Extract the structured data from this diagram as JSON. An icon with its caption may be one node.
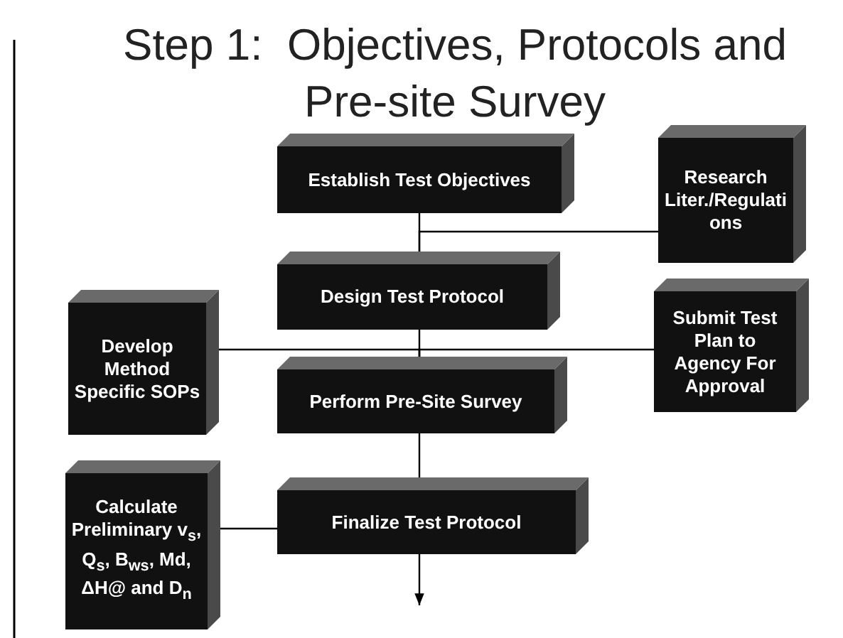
{
  "diagram": {
    "title": "Step 1:  Objectives, Protocols and Pre-site Survey",
    "nodes": [
      {
        "text": [
          "Establish Test Objectives"
        ]
      },
      {
        "text": [
          "Research Liter./Regulations"
        ]
      },
      {
        "text": [
          "Design Test Protocol"
        ]
      },
      {
        "text": [
          "Develop Method Specific SOPs"
        ]
      },
      {
        "text": [
          "Submit Test Plan to Agency For Approval"
        ]
      },
      {
        "text": [
          "Perform Pre-Site Survey"
        ]
      },
      {
        "text": [
          "Calculate Preliminary v$_{s}$, Q$_{s}$, B$_{ws}$, Md, ΔH@ and D$_{n}$"
        ]
      },
      {
        "text": [
          "Finalize Test Protocol"
        ]
      }
    ],
    "edges": [
      {
        "from": 0,
        "to": 2,
        "arrow": "to"
      },
      {
        "from": 1,
        "to": 2,
        "arrow": "to"
      },
      {
        "from": 2,
        "to": 5,
        "arrow": "to"
      },
      {
        "from": 3,
        "to": 5,
        "arrow": "to"
      },
      {
        "from": 4,
        "to": 5,
        "arrow": "to"
      },
      {
        "from": 5,
        "to": 7,
        "arrow": "to"
      },
      {
        "from": 6,
        "to": 7,
        "arrow": "none"
      },
      {
        "from": 7,
        "to": null,
        "arrow": "to"
      }
    ]
  }
}
